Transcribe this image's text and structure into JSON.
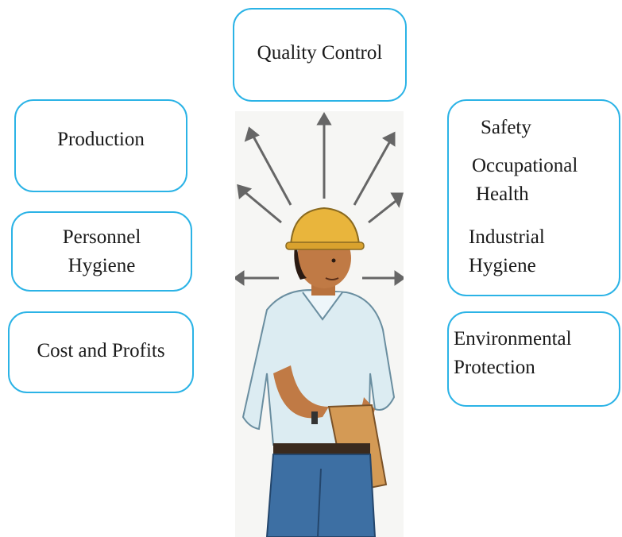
{
  "boxes": {
    "quality_control": "Quality Control",
    "production": "Production",
    "personnel_hygiene": [
      "Personnel",
      "Hygiene"
    ],
    "cost_and_profits": "Cost and Profits",
    "safety_group": {
      "safety": "Safety",
      "occupational_health": [
        "Occupational",
        "Health"
      ],
      "industrial_hygiene": [
        "Industrial",
        "Hygiene"
      ]
    },
    "environmental_protection": [
      "Environmental",
      "Protection"
    ]
  },
  "colors": {
    "box_border": "#2bb3e6",
    "helmet": "#e9b53c",
    "shirt": "#dcecf2",
    "trousers": "#3d6fa3",
    "clipboard": "#d49a55"
  }
}
